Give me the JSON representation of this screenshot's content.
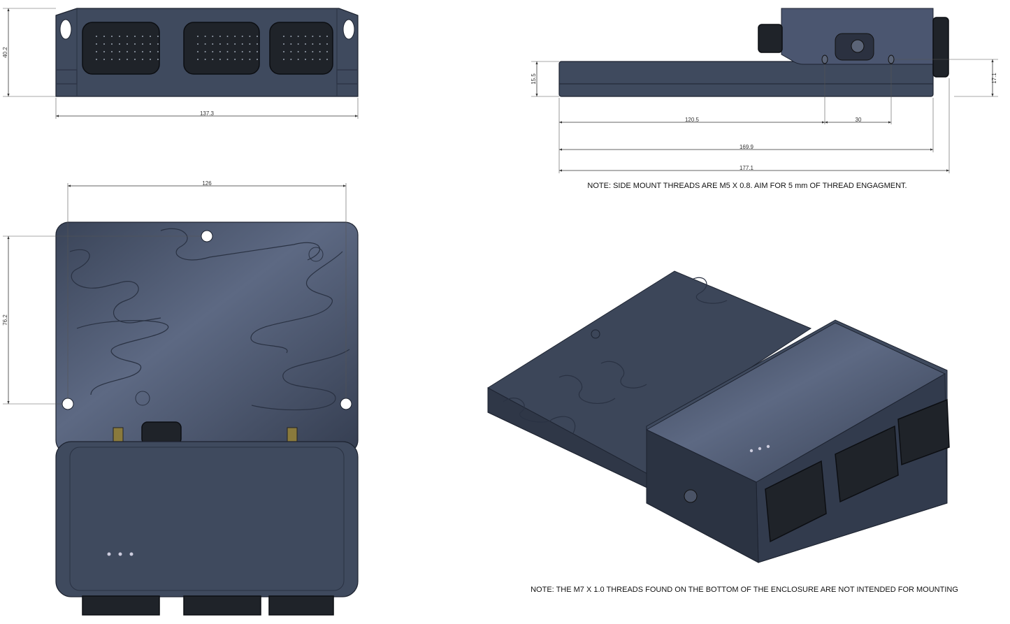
{
  "front_view": {
    "dims": {
      "height": "40.2",
      "width": "137.3"
    }
  },
  "side_view": {
    "dims": {
      "base_height": "15.5",
      "thread_height": "17.1",
      "thread_offset": "120.5",
      "thread_spacing": "30",
      "length_body": "169.9",
      "length_overall": "177.1"
    },
    "note": "NOTE: SIDE MOUNT THREADS ARE M5 X 0.8.  AIM FOR 5 mm OF THREAD ENGAGMENT."
  },
  "top_view": {
    "dims": {
      "hole_spacing_x": "126",
      "hole_spacing_y": "76.2"
    }
  },
  "iso_view": {
    "note": "NOTE: THE M7 X 1.0 THREADS FOUND ON THE BOTTOM OF THE ENCLOSURE ARE NOT INTENDED FOR MOUNTING"
  },
  "colors": {
    "enclosure": "#3f4a5e",
    "connector": "#1f2329",
    "dimension": "#333333"
  }
}
